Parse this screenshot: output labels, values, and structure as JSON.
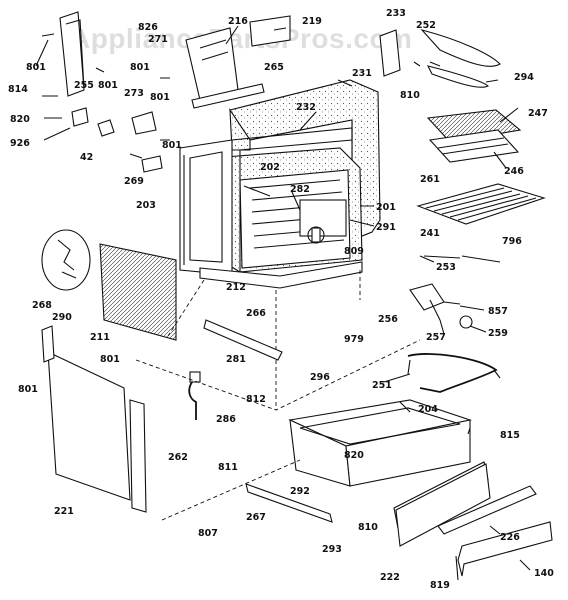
{
  "watermark": "AppliancePartsPros.com",
  "part_labels": [
    {
      "id": "lbl-801",
      "text": "801"
    },
    {
      "id": "lbl-826",
      "text": "826"
    },
    {
      "id": "lbl-271",
      "text": "271"
    },
    {
      "id": "lbl-216",
      "text": "216"
    },
    {
      "id": "lbl-219",
      "text": "219"
    },
    {
      "id": "lbl-233",
      "text": "233"
    },
    {
      "id": "lbl-252",
      "text": "252"
    },
    {
      "id": "lbl-294",
      "text": "294"
    },
    {
      "id": "lbl-801b",
      "text": "801"
    },
    {
      "id": "lbl-801c",
      "text": "801"
    },
    {
      "id": "lbl-265",
      "text": "265"
    },
    {
      "id": "lbl-231",
      "text": "231"
    },
    {
      "id": "lbl-810",
      "text": "810"
    },
    {
      "id": "lbl-814",
      "text": "814"
    },
    {
      "id": "lbl-255",
      "text": "255"
    },
    {
      "id": "lbl-801d",
      "text": "801"
    },
    {
      "id": "lbl-273",
      "text": "273"
    },
    {
      "id": "lbl-232",
      "text": "232"
    },
    {
      "id": "lbl-247",
      "text": "247"
    },
    {
      "id": "lbl-820",
      "text": "820"
    },
    {
      "id": "lbl-926",
      "text": "926"
    },
    {
      "id": "lbl-42",
      "text": "42"
    },
    {
      "id": "lbl-801e",
      "text": "801"
    },
    {
      "id": "lbl-246",
      "text": "246"
    },
    {
      "id": "lbl-202",
      "text": "202"
    },
    {
      "id": "lbl-269",
      "text": "269"
    },
    {
      "id": "lbl-261",
      "text": "261"
    },
    {
      "id": "lbl-282",
      "text": "282"
    },
    {
      "id": "lbl-203",
      "text": "203"
    },
    {
      "id": "lbl-201",
      "text": "201"
    },
    {
      "id": "lbl-291",
      "text": "291"
    },
    {
      "id": "lbl-241",
      "text": "241"
    },
    {
      "id": "lbl-809",
      "text": "809"
    },
    {
      "id": "lbl-796",
      "text": "796"
    },
    {
      "id": "lbl-253",
      "text": "253"
    },
    {
      "id": "lbl-268",
      "text": "268"
    },
    {
      "id": "lbl-212",
      "text": "212"
    },
    {
      "id": "lbl-857",
      "text": "857"
    },
    {
      "id": "lbl-256",
      "text": "256"
    },
    {
      "id": "lbl-290",
      "text": "290"
    },
    {
      "id": "lbl-266",
      "text": "266"
    },
    {
      "id": "lbl-211",
      "text": "211"
    },
    {
      "id": "lbl-259",
      "text": "259"
    },
    {
      "id": "lbl-257",
      "text": "257"
    },
    {
      "id": "lbl-979",
      "text": "979"
    },
    {
      "id": "lbl-801f",
      "text": "801"
    },
    {
      "id": "lbl-281",
      "text": "281"
    },
    {
      "id": "lbl-801g",
      "text": "801"
    },
    {
      "id": "lbl-296",
      "text": "296"
    },
    {
      "id": "lbl-251",
      "text": "251"
    },
    {
      "id": "lbl-812",
      "text": "812"
    },
    {
      "id": "lbl-204",
      "text": "204"
    },
    {
      "id": "lbl-286",
      "text": "286"
    },
    {
      "id": "lbl-815",
      "text": "815"
    },
    {
      "id": "lbl-262",
      "text": "262"
    },
    {
      "id": "lbl-820b",
      "text": "820"
    },
    {
      "id": "lbl-811",
      "text": "811"
    },
    {
      "id": "lbl-292",
      "text": "292"
    },
    {
      "id": "lbl-221",
      "text": "221"
    },
    {
      "id": "lbl-267",
      "text": "267"
    },
    {
      "id": "lbl-810b",
      "text": "810"
    },
    {
      "id": "lbl-226",
      "text": "226"
    },
    {
      "id": "lbl-807",
      "text": "807"
    },
    {
      "id": "lbl-293",
      "text": "293"
    },
    {
      "id": "lbl-222",
      "text": "222"
    },
    {
      "id": "lbl-819",
      "text": "819"
    },
    {
      "id": "lbl-140",
      "text": "140"
    }
  ]
}
